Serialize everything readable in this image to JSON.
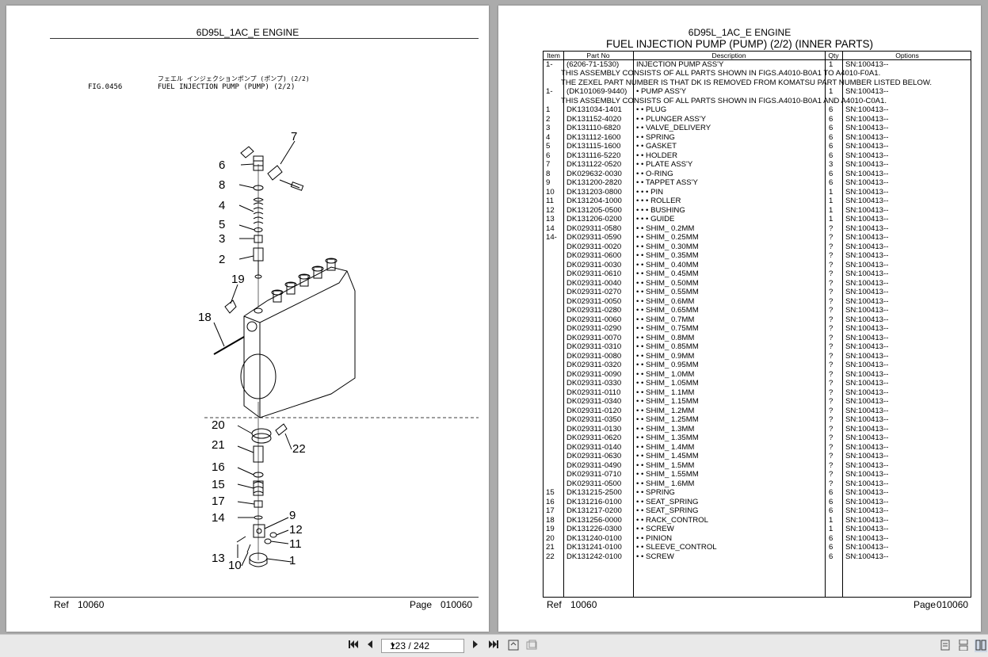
{
  "left_page": {
    "title": "6D95L_1AC_E ENGINE",
    "jp_title": "フェエル インジェクションポンプ (ポンプ) (2/2)",
    "fig_label": "FIG.0456",
    "fig_title": "FUEL INJECTION PUMP (PUMP) (2/2)",
    "callouts": [
      "7",
      "6",
      "8",
      "4",
      "5",
      "3",
      "2",
      "19",
      "18",
      "20",
      "21",
      "22",
      "16",
      "15",
      "17",
      "14",
      "9",
      "12",
      "11",
      "13",
      "10",
      "1"
    ],
    "ref_label": "Ref",
    "ref_value": "10060",
    "page_label": "Page",
    "page_value": "010060"
  },
  "right_page": {
    "title": "6D95L_1AC_E ENGINE",
    "subtitle": "FUEL INJECTION PUMP (PUMP) (2/2) (INNER PARTS)",
    "columns": [
      "Item",
      "Part No",
      "Description",
      "Qty",
      "Options"
    ],
    "rows": [
      [
        "1-",
        "(6206-71-1530)",
        "INJECTION PUMP ASS'Y",
        "1",
        "SN:100413--"
      ],
      [
        "",
        "",
        "",
        "",
        ""
      ],
      [
        "",
        "",
        "",
        "",
        ""
      ],
      [
        "1-",
        "(DK101069-9440)",
        "• PUMP ASS'Y",
        "1",
        "SN:100413--"
      ],
      [
        "",
        "",
        "",
        "",
        ""
      ],
      [
        "1",
        "DK131034-1401",
        "• • PLUG",
        "6",
        "SN:100413--"
      ],
      [
        "2",
        "DK131152-4020",
        "• • PLUNGER ASS'Y",
        "6",
        "SN:100413--"
      ],
      [
        "3",
        "DK131110-6820",
        "• • VALVE_DELIVERY",
        "6",
        "SN:100413--"
      ],
      [
        "4",
        "DK131112-1600",
        "• • SPRING",
        "6",
        "SN:100413--"
      ],
      [
        "5",
        "DK131115-1600",
        "• • GASKET",
        "6",
        "SN:100413--"
      ],
      [
        "6",
        "DK131116-5220",
        "• • HOLDER",
        "6",
        "SN:100413--"
      ],
      [
        "7",
        "DK131122-0520",
        "• • PLATE ASS'Y",
        "3",
        "SN:100413--"
      ],
      [
        "8",
        "DK029632-0030",
        "• • O-RING",
        "6",
        "SN:100413--"
      ],
      [
        "9",
        "DK131200-2820",
        "• • TAPPET ASS'Y",
        "6",
        "SN:100413--"
      ],
      [
        "10",
        "DK131203-0800",
        "• • • PIN",
        "1",
        "SN:100413--"
      ],
      [
        "11",
        "DK131204-1000",
        "• • • ROLLER",
        "1",
        "SN:100413--"
      ],
      [
        "12",
        "DK131205-0500",
        "• • • BUSHING",
        "1",
        "SN:100413--"
      ],
      [
        "13",
        "DK131206-0200",
        "• • • GUIDE",
        "1",
        "SN:100413--"
      ],
      [
        "14",
        "DK029311-0580",
        "• • SHIM_ 0.2MM",
        "?",
        "SN:100413--"
      ],
      [
        "14-",
        "DK029311-0590",
        "• • SHIM_ 0.25MM",
        "?",
        "SN:100413--"
      ],
      [
        "",
        "DK029311-0020",
        "• • SHIM_ 0.30MM",
        "?",
        "SN:100413--"
      ],
      [
        "",
        "DK029311-0600",
        "• • SHIM_ 0.35MM",
        "?",
        "SN:100413--"
      ],
      [
        "",
        "DK029311-0030",
        "• • SHIM_ 0.40MM",
        "?",
        "SN:100413--"
      ],
      [
        "",
        "DK029311-0610",
        "• • SHIM_ 0.45MM",
        "?",
        "SN:100413--"
      ],
      [
        "",
        "DK029311-0040",
        "• • SHIM_ 0.50MM",
        "?",
        "SN:100413--"
      ],
      [
        "",
        "DK029311-0270",
        "• • SHIM_ 0.55MM",
        "?",
        "SN:100413--"
      ],
      [
        "",
        "DK029311-0050",
        "• • SHIM_ 0.6MM",
        "?",
        "SN:100413--"
      ],
      [
        "",
        "DK029311-0280",
        "• • SHIM_ 0.65MM",
        "?",
        "SN:100413--"
      ],
      [
        "",
        "DK029311-0060",
        "• • SHIM_ 0.7MM",
        "?",
        "SN:100413--"
      ],
      [
        "",
        "DK029311-0290",
        "• • SHIM_ 0.75MM",
        "?",
        "SN:100413--"
      ],
      [
        "",
        "DK029311-0070",
        "• • SHIM_ 0.8MM",
        "?",
        "SN:100413--"
      ],
      [
        "",
        "DK029311-0310",
        "• • SHIM_ 0.85MM",
        "?",
        "SN:100413--"
      ],
      [
        "",
        "DK029311-0080",
        "• • SHIM_ 0.9MM",
        "?",
        "SN:100413--"
      ],
      [
        "",
        "DK029311-0320",
        "• • SHIM_ 0.95MM",
        "?",
        "SN:100413--"
      ],
      [
        "",
        "DK029311-0090",
        "• • SHIM_ 1.0MM",
        "?",
        "SN:100413--"
      ],
      [
        "",
        "DK029311-0330",
        "• • SHIM_ 1.05MM",
        "?",
        "SN:100413--"
      ],
      [
        "",
        "DK029311-0110",
        "• • SHIM_ 1.1MM",
        "?",
        "SN:100413--"
      ],
      [
        "",
        "DK029311-0340",
        "• • SHIM_ 1.15MM",
        "?",
        "SN:100413--"
      ],
      [
        "",
        "DK029311-0120",
        "• • SHIM_ 1.2MM",
        "?",
        "SN:100413--"
      ],
      [
        "",
        "DK029311-0350",
        "• • SHIM_ 1.25MM",
        "?",
        "SN:100413--"
      ],
      [
        "",
        "DK029311-0130",
        "• • SHIM_ 1.3MM",
        "?",
        "SN:100413--"
      ],
      [
        "",
        "DK029311-0620",
        "• • SHIM_ 1.35MM",
        "?",
        "SN:100413--"
      ],
      [
        "",
        "DK029311-0140",
        "• • SHIM_ 1.4MM",
        "?",
        "SN:100413--"
      ],
      [
        "",
        "DK029311-0630",
        "• • SHIM_ 1.45MM",
        "?",
        "SN:100413--"
      ],
      [
        "",
        "DK029311-0490",
        "• • SHIM_ 1.5MM",
        "?",
        "SN:100413--"
      ],
      [
        "",
        "DK029311-0710",
        "• • SHIM_ 1.55MM",
        "?",
        "SN:100413--"
      ],
      [
        "",
        "DK029311-0500",
        "• • SHIM_ 1.6MM",
        "?",
        "SN:100413--"
      ],
      [
        "15",
        "DK131215-2500",
        "• • SPRING",
        "6",
        "SN:100413--"
      ],
      [
        "16",
        "DK131216-0100",
        "• • SEAT_SPRING",
        "6",
        "SN:100413--"
      ],
      [
        "17",
        "DK131217-0200",
        "• • SEAT_SPRING",
        "6",
        "SN:100413--"
      ],
      [
        "18",
        "DK131256-0000",
        "• • RACK_CONTROL",
        "1",
        "SN:100413--"
      ],
      [
        "19",
        "DK131226-0300",
        "• • SCREW",
        "1",
        "SN:100413--"
      ],
      [
        "20",
        "DK131240-0100",
        "• • PINION",
        "6",
        "SN:100413--"
      ],
      [
        "21",
        "DK131241-0100",
        "• • SLEEVE_CONTROL",
        "6",
        "SN:100413--"
      ],
      [
        "22",
        "DK131242-0100",
        "• • SCREW",
        "6",
        "SN:100413--"
      ]
    ],
    "notes": [
      "THIS ASSEMBLY CONSISTS OF ALL PARTS SHOWN IN FIGS.A4010-B0A1 TO A4010-F0A1.",
      "THE ZEXEL PART NUMBER IS THAT DK IS REMOVED FROM KOMATSU PART NUMBER LISTED BELOW.",
      "THIS ASSEMBLY CONSISTS OF ALL PARTS SHOWN IN FIGS.A4010-B0A1 AND A4010-C0A1."
    ],
    "ref_label": "Ref",
    "ref_value": "10060",
    "page_label": "Page",
    "page_value": "010060"
  },
  "toolbar": {
    "page_indicator": "123 / 242",
    "icons": [
      "first-page-icon",
      "prev-page-icon",
      "next-page-icon",
      "last-page-icon",
      "fit-page-icon",
      "fit-width-icon",
      "single-page-icon",
      "continuous-page-icon",
      "two-page-icon"
    ]
  }
}
